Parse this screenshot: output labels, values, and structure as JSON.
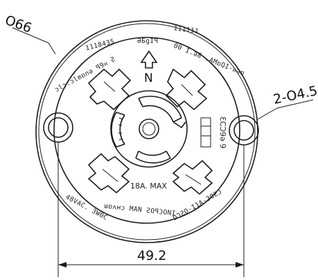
{
  "dimensions": {
    "outer_diameter": "O66",
    "hole_spec": "2-O4.5",
    "hole_spacing": "49.2"
  },
  "markings": {
    "top_digits_left": "1118435",
    "top_digits_right": "111111",
    "top_arc_left": "ɔlɔ:ɔlmɒnǝ ꟼ9ᴎ Ƨ",
    "top_arc_mid": "ƏƂƍIꟼ",
    "top_arc_right": "00 I.ǝ8 .AMɒQI-ᴎǝɒ",
    "north_letter": "N",
    "rating": "18A. MAX",
    "bottom_left": "48VAC. 3W0C",
    "bottom_mid": "ɯɒʌʜɔ MAN ƧOꟼƆONI",
    "bottom_right": "DƆƧO-I1A-30ƧϽ",
    "side_label": "ƐCƆ9ǝ 9"
  },
  "colors": {
    "line": "#1a1a1a",
    "background": "#ffffff"
  }
}
